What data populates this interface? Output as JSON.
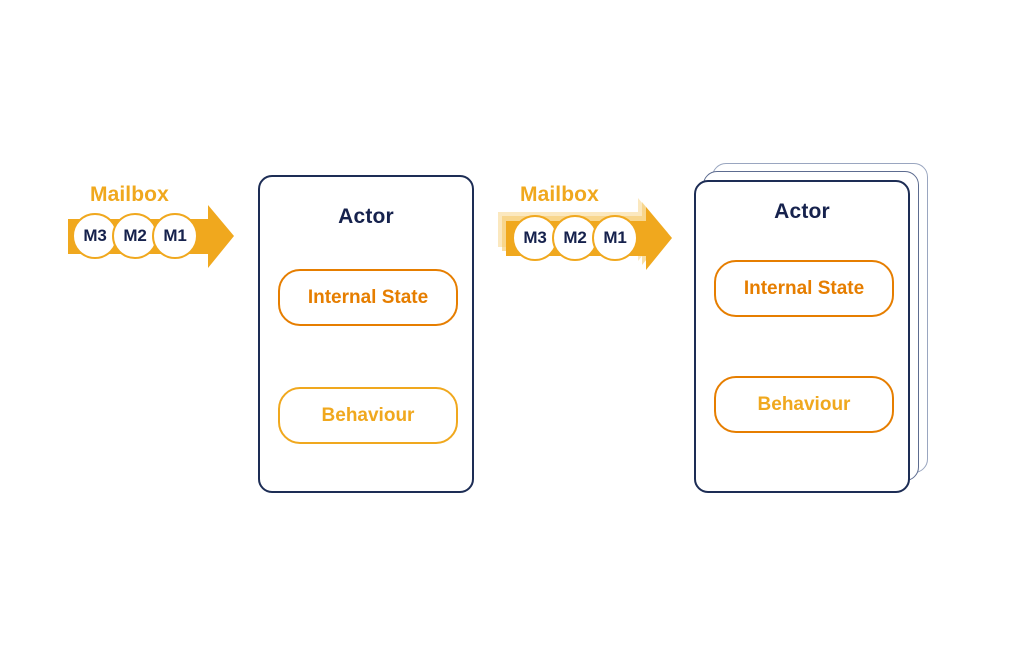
{
  "diagram": {
    "title": "Actor model: mailbox and actor",
    "background": "#ffffff",
    "colors": {
      "amber": "#f0a81e",
      "amber_light": "#f6cd72",
      "orange_dark": "#e67e00",
      "navy": "#16224d",
      "card_border": "#1d2d55",
      "ghost_border_1": "#4e5e84",
      "ghost_border_2": "#8e9bb8",
      "circle_fill": "#ffffff"
    }
  },
  "groups": [
    {
      "id": "single-actor",
      "mailbox": {
        "label": "Mailbox",
        "messages": [
          {
            "label": "M3"
          },
          {
            "label": "M2"
          },
          {
            "label": "M1"
          }
        ]
      },
      "actor": {
        "title": "Actor",
        "stacked": false,
        "stack_count": 1,
        "components": [
          {
            "id": "internal-state",
            "label": "Internal State"
          },
          {
            "id": "behaviour",
            "label": "Behaviour"
          }
        ]
      }
    },
    {
      "id": "actor-pool",
      "mailbox": {
        "label": "Mailbox",
        "messages": [
          {
            "label": "M3"
          },
          {
            "label": "M2"
          },
          {
            "label": "M1"
          }
        ]
      },
      "actor": {
        "title": "Actor",
        "stacked": true,
        "stack_count": 3,
        "components": [
          {
            "id": "internal-state",
            "label": "Internal State"
          },
          {
            "id": "behaviour",
            "label": "Behaviour"
          }
        ]
      }
    }
  ]
}
